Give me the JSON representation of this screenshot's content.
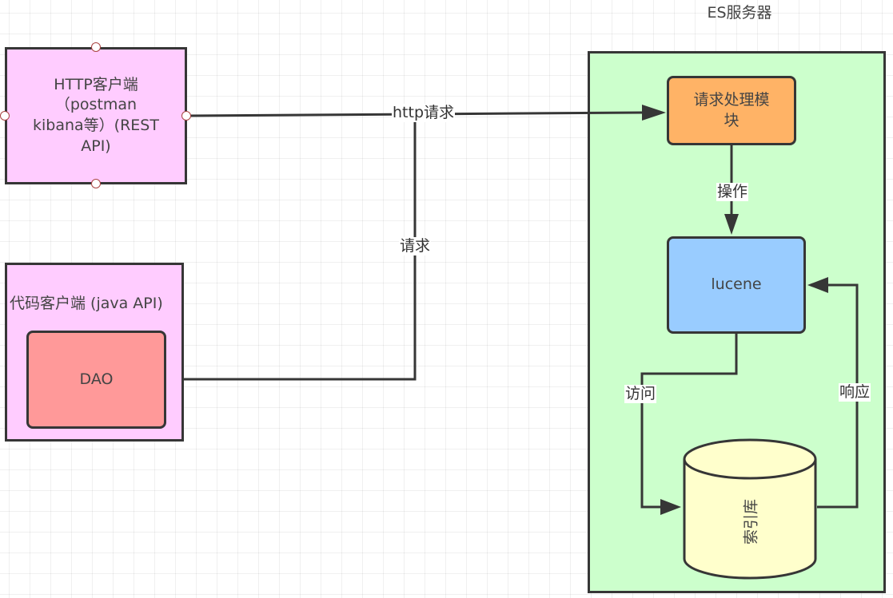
{
  "diagram": {
    "nodes": {
      "http_client": {
        "label": "HTTP客户端（postman kibana等）(REST API)",
        "lines": [
          "HTTP客户端",
          "（postman",
          "kibana等）(REST",
          "API)"
        ],
        "fill": "#ffccff"
      },
      "code_client": {
        "label": "代码客户端 (java API)",
        "fill": "#ffccff"
      },
      "dao": {
        "label": "DAO",
        "fill": "#ff9999"
      },
      "es_server": {
        "label": "ES服务器",
        "fill": "#ccffcc"
      },
      "request_module": {
        "label": "请求处理模块",
        "lines": [
          "请求处理模",
          "块"
        ],
        "fill": "#ffb366"
      },
      "lucene": {
        "label": "lucene",
        "fill": "#99ccff"
      },
      "index_store": {
        "label": "索引库",
        "fill": "#ffffcc"
      }
    },
    "edges": [
      {
        "from": "HTTP客户端",
        "to": "请求处理模块",
        "label": "http请求"
      },
      {
        "from": "DAO",
        "to": "请求处理模块",
        "label": "请求"
      },
      {
        "from": "请求处理模块",
        "to": "lucene",
        "label": "操作"
      },
      {
        "from": "lucene",
        "to": "索引库",
        "label": "访问"
      },
      {
        "from": "索引库",
        "to": "lucene",
        "label": "响应"
      }
    ],
    "colors": {
      "stroke": "#363636",
      "grid": "#ededed",
      "handle": "#a94442"
    }
  }
}
